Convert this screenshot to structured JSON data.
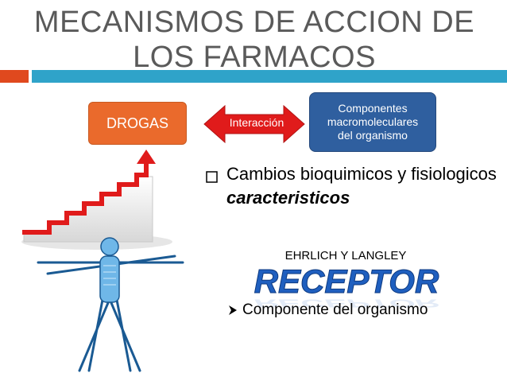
{
  "slide": {
    "title_line1": "MECANISMOS DE ACCION DE",
    "title_line2": "LOS FARMACOS",
    "drogas_label": "DROGAS",
    "interaction_label": "Interacción",
    "componentes_lines": [
      "Componentes",
      "macromoleculares",
      "del organismo"
    ],
    "bullet1_normal": "Cambios bioquimicos y fisiologicos ",
    "bullet1_bold": "caracteristicos",
    "authors": "EHRLICH Y LANGLEY",
    "receptor": "RECEPTOR",
    "bullet2": "Componente del organismo"
  },
  "colors": {
    "accent_red": "#e0491e",
    "accent_blue": "#2fa3c9",
    "orange_box": "#ea6a2c",
    "blue_box": "#2f5f9f",
    "arrow_red": "#e01b1b",
    "receptor_blue": "#1f5fbf"
  },
  "icons": {
    "bullet1": "checkbox-square-icon",
    "bullet2": "arrow-bullet-icon",
    "stairs": "stairs-up-arrow-icon",
    "figure": "anatomy-figure-icon"
  }
}
